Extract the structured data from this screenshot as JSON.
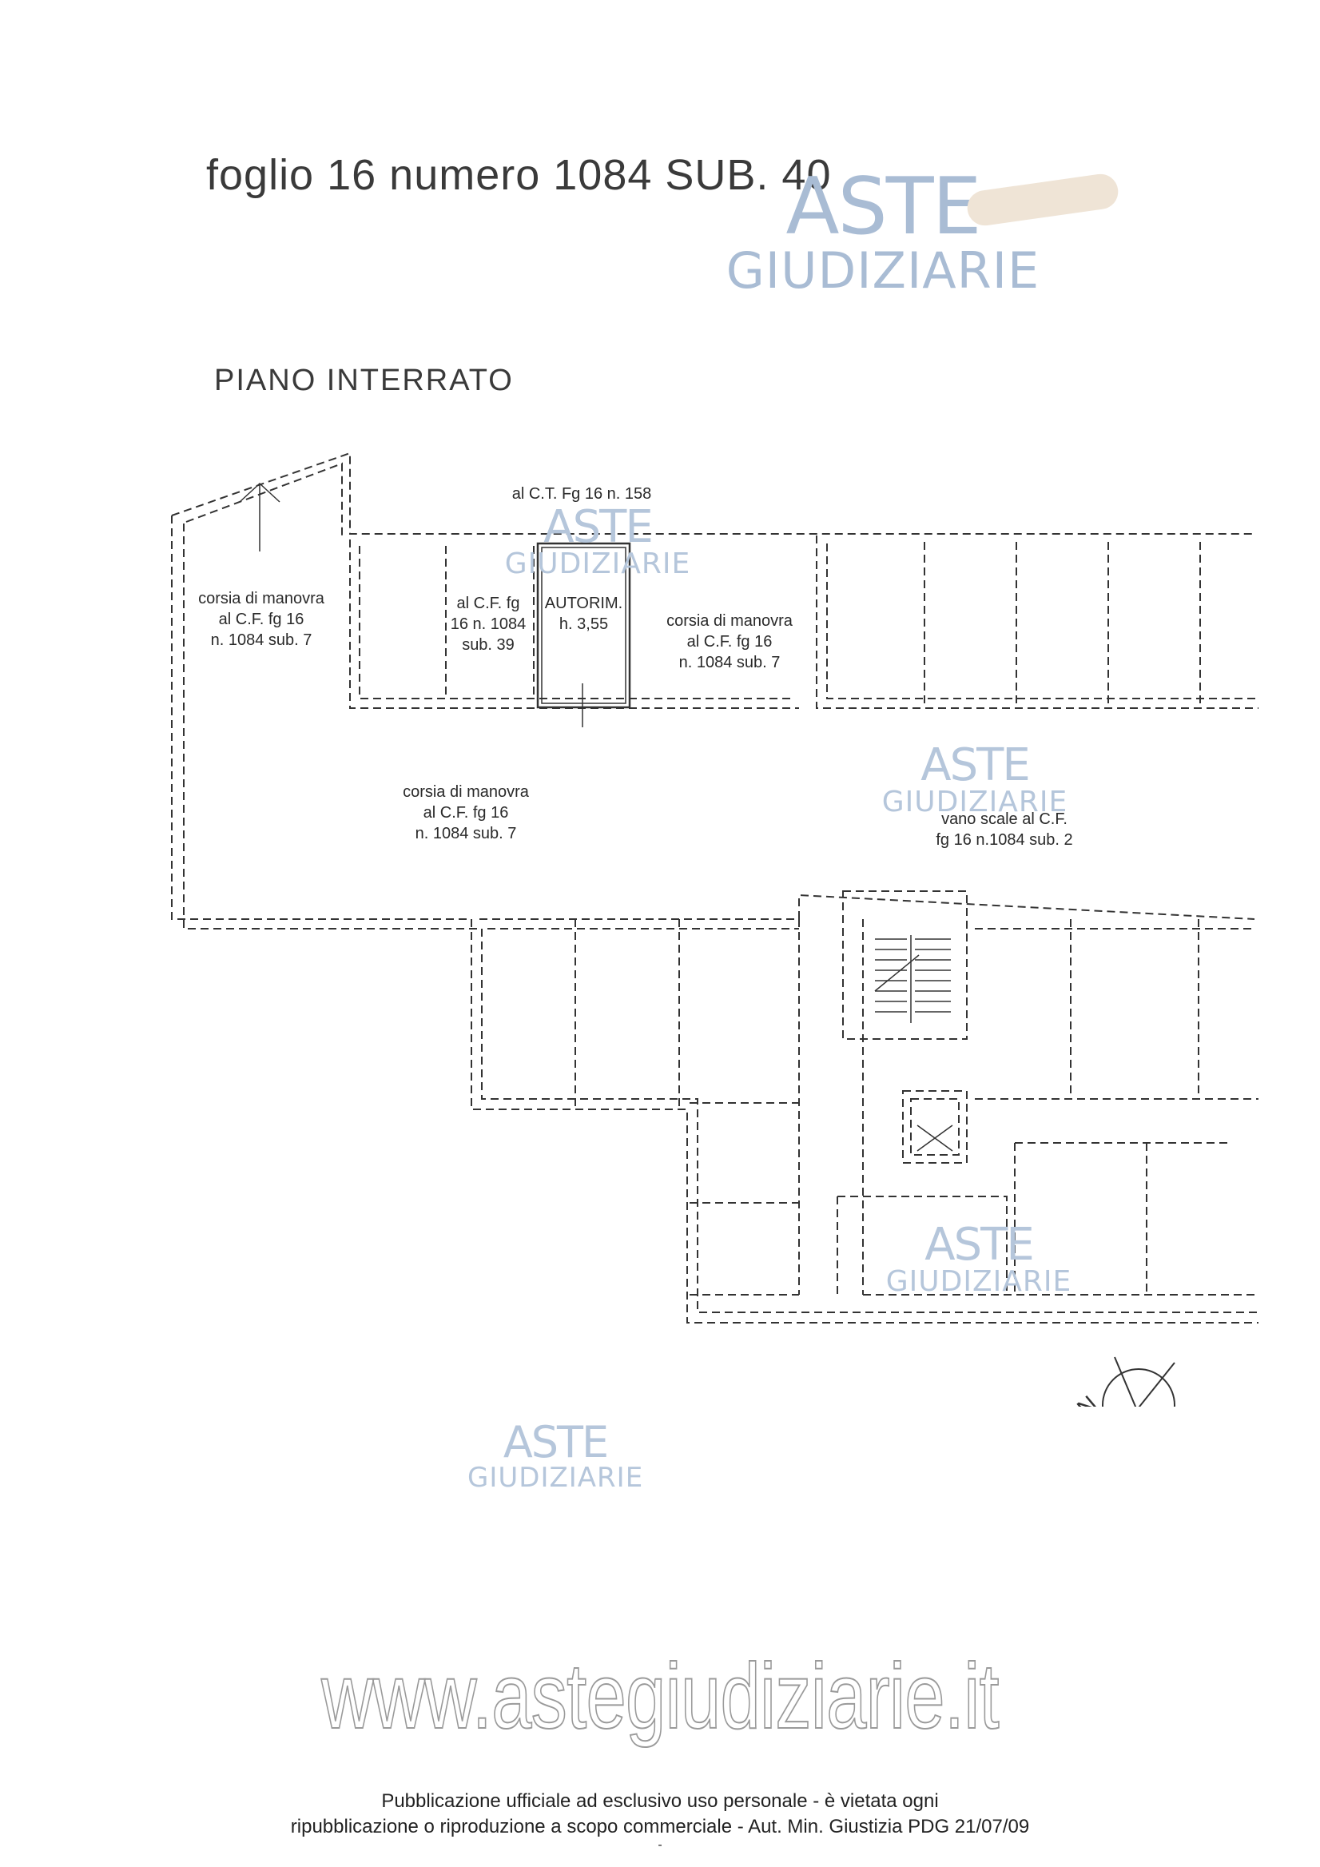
{
  "header": {
    "title": "foglio 16 numero 1084 SUB. 40",
    "floor": "PIANO INTERRATO"
  },
  "plan_labels": {
    "ct_label": "al C.T. Fg 16 n. 158",
    "corsia_left": [
      "corsia di manovra",
      "al C.F. fg 16",
      "n. 1084 sub. 7"
    ],
    "sub39": [
      "al C.F. fg",
      "16 n. 1084",
      "sub. 39"
    ],
    "autorim": [
      "AUTORIM.",
      "h. 3,55"
    ],
    "corsia_right": [
      "corsia di manovra",
      "al C.F. fg 16",
      "n. 1084 sub. 7"
    ],
    "corsia_center": [
      "corsia di manovra",
      "al C.F. fg 16",
      "n. 1084 sub. 7"
    ],
    "vano_scale": [
      "vano scale al C.F.",
      "fg 16 n.1084 sub. 2"
    ],
    "north": "N"
  },
  "watermark": {
    "line1": "ASTE",
    "line2": "GIUDIZIARIE",
    "url": "www.astegiudiziarie.it"
  },
  "footer": {
    "line1": "Pubblicazione ufficiale ad esclusivo uso personale - è vietata ogni",
    "line2": "ripubblicazione o riproduzione a scopo commerciale - Aut. Min. Giustizia PDG 21/07/09",
    "mark": "-"
  },
  "colors": {
    "watermark": "#a9bcd4",
    "gavel": "#e9dccb",
    "lines": "#333333"
  }
}
